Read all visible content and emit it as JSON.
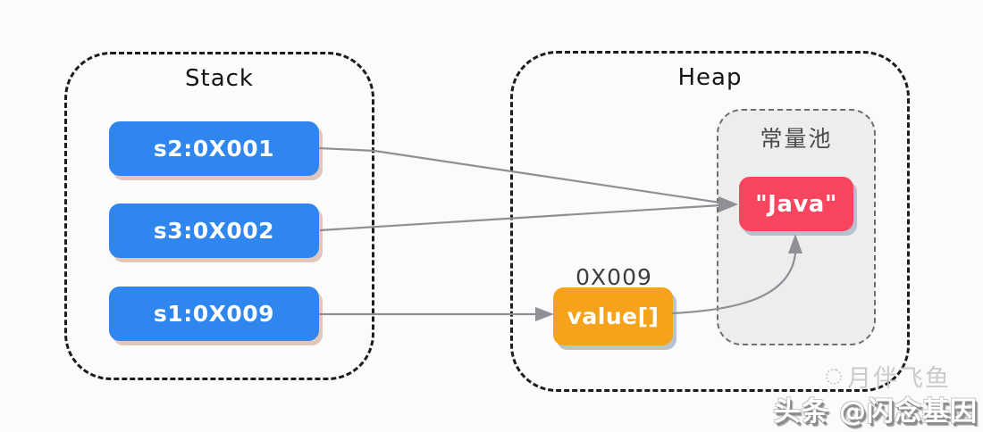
{
  "stack": {
    "title": "Stack",
    "nodes": [
      {
        "id": "s2",
        "label": "s2:0X001"
      },
      {
        "id": "s3",
        "label": "s3:0X002"
      },
      {
        "id": "s1",
        "label": "s1:0X009"
      }
    ]
  },
  "heap": {
    "title": "Heap",
    "value_node": {
      "address": "0X009",
      "label": "value[]"
    },
    "constant_pool": {
      "title": "常量池",
      "string_node": {
        "label": "\"Java\""
      }
    }
  },
  "references": [
    {
      "from": "s2:0X001",
      "to": "\"Java\""
    },
    {
      "from": "s3:0X002",
      "to": "\"Java\""
    },
    {
      "from": "s1:0X009",
      "to": "value[]"
    },
    {
      "from": "value[]",
      "to": "\"Java\""
    }
  ],
  "watermarks": {
    "faint": "月伴飞鱼",
    "credit": "头条 @闪念基因"
  },
  "colors": {
    "canvas_bg": "#fbfbfb",
    "border": "#1c1c1c",
    "node_blue": "#2f86ee",
    "node_orange": "#f7a21b",
    "node_pink": "#f9455e",
    "arrow": "#8f9096",
    "pool_bg": "#ededee"
  }
}
